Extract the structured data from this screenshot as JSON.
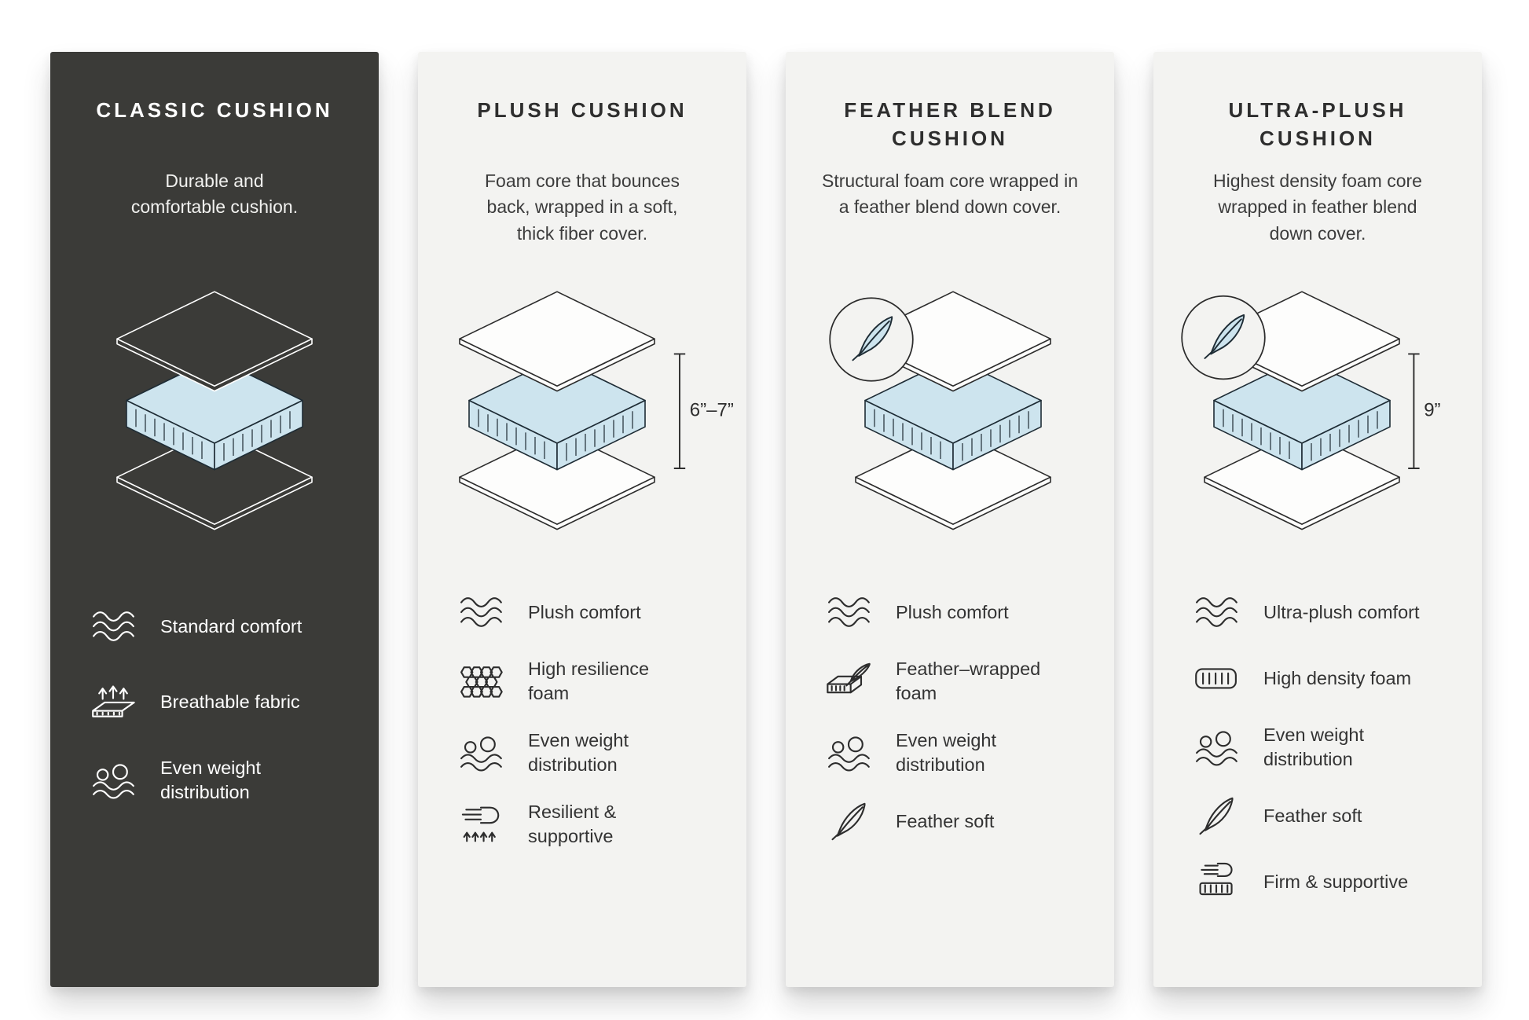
{
  "page": {
    "background": "#ffffff"
  },
  "colors": {
    "dark_panel": "#3b3b38",
    "light_panel": "#f3f3f1",
    "foam_blue": "#cde4ee",
    "ink": "#2e2e2e",
    "diagram_line": "#1e2c35",
    "white": "#ffffff"
  },
  "panels": [
    {
      "id": "classic-cushion",
      "theme": "dark",
      "title": "CLASSIC CUSHION",
      "description": "Durable and\ncomfortable cushion.",
      "measurement": "",
      "feather_badge": false,
      "features": [
        {
          "icon": "waves-icon",
          "label": "Standard comfort"
        },
        {
          "icon": "breathable-fabric-icon",
          "label": "Breathable fabric"
        },
        {
          "icon": "weight-distribution-icon",
          "label": "Even weight\ndistribution"
        }
      ]
    },
    {
      "id": "plush-cushion",
      "theme": "light",
      "title": "PLUSH CUSHION",
      "description": "Foam core that bounces\nback, wrapped in a soft,\nthick fiber cover.",
      "measurement": "6”–7”",
      "feather_badge": false,
      "features": [
        {
          "icon": "waves-icon",
          "label": "Plush comfort"
        },
        {
          "icon": "honeycomb-icon",
          "label": "High resilience\nfoam"
        },
        {
          "icon": "weight-distribution-icon",
          "label": "Even weight\ndistribution"
        },
        {
          "icon": "pressing-hand-icon",
          "label": "Resilient &\nsupportive"
        }
      ]
    },
    {
      "id": "feather-blend-cushion",
      "theme": "light",
      "title": "FEATHER BLEND\nCUSHION",
      "description": "Structural foam core wrapped in\na feather blend down cover.",
      "measurement": "",
      "feather_badge": true,
      "features": [
        {
          "icon": "waves-icon",
          "label": "Plush comfort"
        },
        {
          "icon": "feather-wrapped-foam-icon",
          "label": "Feather–wrapped\nfoam"
        },
        {
          "icon": "weight-distribution-icon",
          "label": "Even weight\ndistribution"
        },
        {
          "icon": "feather-icon",
          "label": "Feather soft"
        }
      ]
    },
    {
      "id": "ultra-plush-cushion",
      "theme": "light",
      "title": "ULTRA-PLUSH\nCUSHION",
      "description": "Highest density foam core\nwrapped in feather blend\ndown cover.",
      "measurement": "9”",
      "feather_badge": true,
      "features": [
        {
          "icon": "waves-icon",
          "label": "Ultra-plush comfort"
        },
        {
          "icon": "high-density-foam-icon",
          "label": "High density foam"
        },
        {
          "icon": "weight-distribution-icon",
          "label": "Even weight\ndistribution"
        },
        {
          "icon": "feather-icon",
          "label": "Feather soft"
        },
        {
          "icon": "firm-supportive-icon",
          "label": "Firm & supportive"
        }
      ]
    }
  ]
}
